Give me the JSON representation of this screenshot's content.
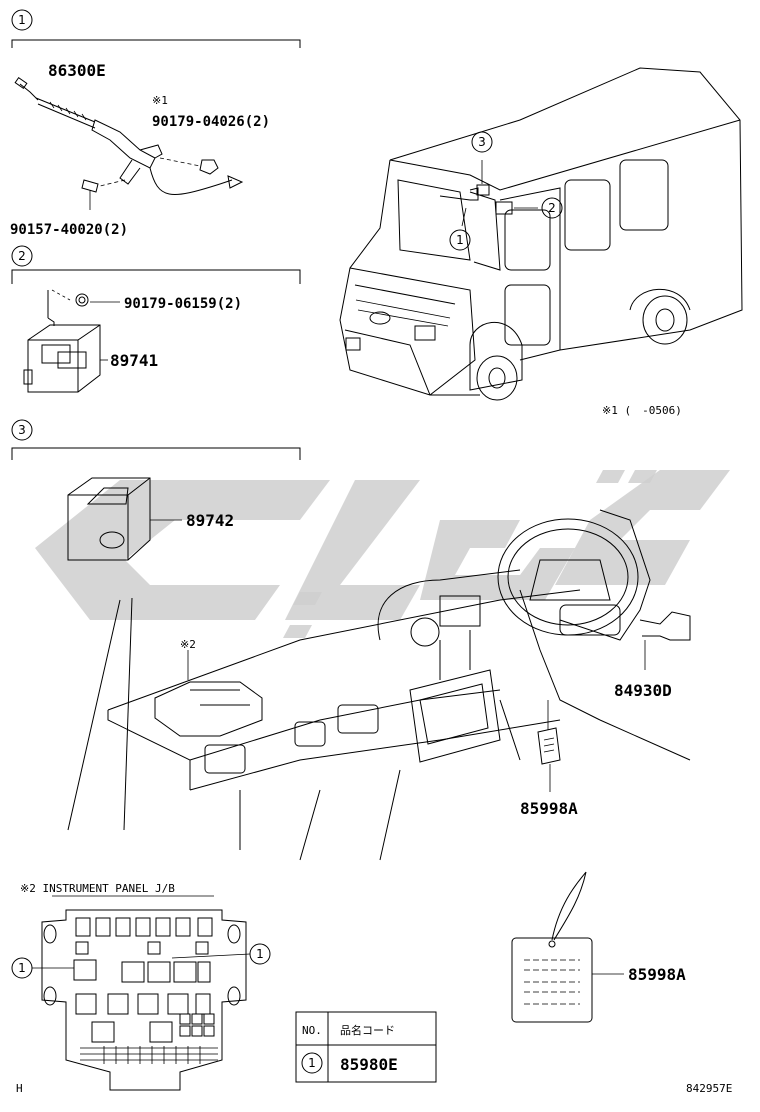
{
  "section_markers": [
    "1",
    "2",
    "3"
  ],
  "parts": {
    "antenna": "86300E",
    "note1_mark": "※1",
    "nut_antenna": "90179-04026(2)",
    "screw_antenna": "90157-40020(2)",
    "nut_unit": "90179-06159(2)",
    "unit_2": "89741",
    "unit_3": "89742",
    "note2_mark": "※2",
    "steering_part": "84930D",
    "label_part_dash": "85998A",
    "label_part_detail": "85998A"
  },
  "note1_range": "※1 (　-0506)",
  "jb_title": "※2 INSTRUMENT PANEL J/B",
  "table": {
    "header_no": "NO.",
    "header_code": "品名コード",
    "row_no": "1",
    "row_code": "85980E"
  },
  "footer_left": "H",
  "footer_right": "842957E",
  "callouts": {
    "van_1": "1",
    "van_2": "2",
    "van_3": "3",
    "jb_left": "1",
    "jb_right": "1"
  }
}
